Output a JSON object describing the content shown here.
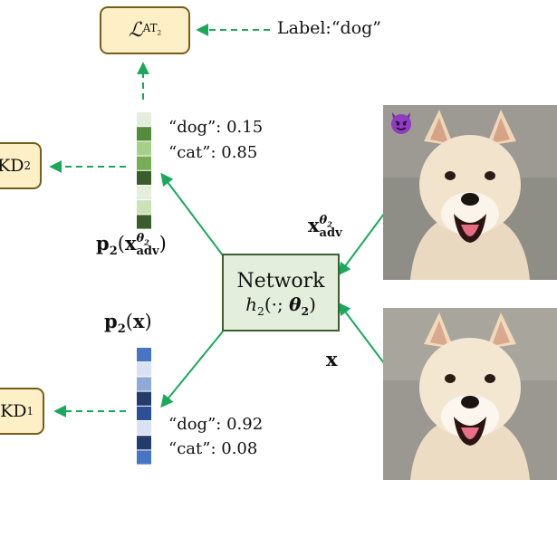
{
  "loss_at": {
    "symbol": "ℒ",
    "sub_main": "AT",
    "sub_index": "2"
  },
  "loss_kd2": {
    "text": "KD",
    "sub": "2"
  },
  "loss_kd1": {
    "text": "KD",
    "sub": "1"
  },
  "label_text": "Label:“dog”",
  "network": {
    "title": "Network",
    "func": "h",
    "func_sub": "2",
    "args": "(·; ",
    "theta": "θ",
    "theta_sub": "2",
    "close": ")"
  },
  "adv_output": {
    "name": "p",
    "name_sub": "2",
    "arg": "x",
    "arg_sup": "θ",
    "arg_sup_sub": "2",
    "arg_sub": "adv",
    "dog_label": "“dog”:",
    "dog_value": "0.15",
    "cat_label": "“cat”:",
    "cat_value": "0.85",
    "cell_colors": [
      "#e4eedb",
      "#548b3c",
      "#a6cf8b",
      "#76ad55",
      "#3a5e2b",
      "#e4eedb",
      "#c9e2b6",
      "#3a5e2b"
    ]
  },
  "clean_output": {
    "name": "p",
    "name_sub": "2",
    "arg": "x",
    "dog_label": "“dog”:",
    "dog_value": "0.92",
    "cat_label": "“cat”:",
    "cat_value": "0.08",
    "cell_colors": [
      "#4874c4",
      "#d8e2f3",
      "#8fa9d8",
      "#233c6b",
      "#2c5095",
      "#d8e2f3",
      "#233c6b",
      "#4874c4"
    ]
  },
  "input_adv": {
    "name": "x",
    "sup": "θ",
    "sup_sub": "2",
    "sub": "adv",
    "icon": "devil-emoji-icon"
  },
  "input_clean": {
    "name": "x"
  },
  "colors": {
    "arrow": "#1aa85a",
    "loss_fill": "#fdf0c6",
    "loss_border": "#7a5c1a",
    "net_fill": "#e3efdc",
    "net_border": "#3d5e2f"
  }
}
